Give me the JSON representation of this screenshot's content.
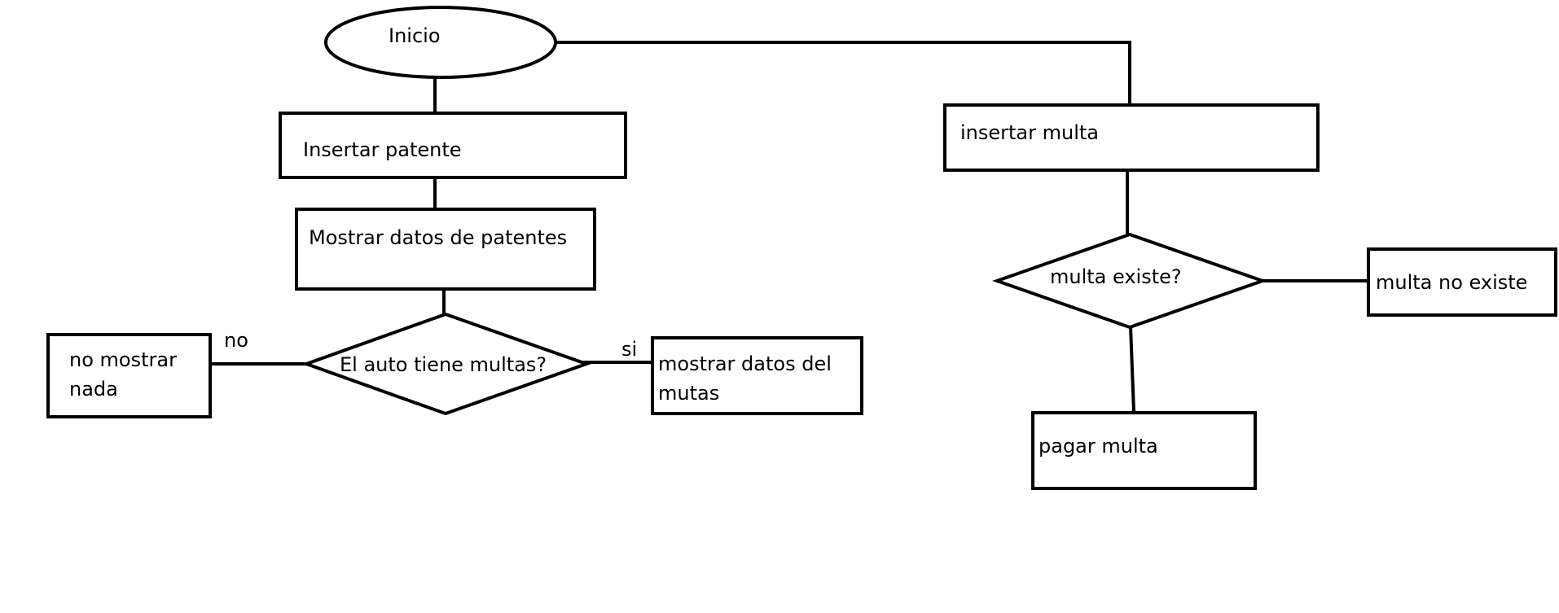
{
  "diagram": {
    "type": "flowchart",
    "nodes": {
      "inicio": {
        "label": "Inicio",
        "shape": "ellipse"
      },
      "insertar_patente": {
        "label": "Insertar patente",
        "shape": "rectangle"
      },
      "mostrar_datos_patentes": {
        "label": "Mostrar datos de patentes",
        "shape": "rectangle"
      },
      "auto_tiene_multas": {
        "label": "El auto tiene multas?",
        "shape": "diamond"
      },
      "no_mostrar_nada": {
        "label_line1": "no mostrar",
        "label_line2": "nada",
        "shape": "rectangle"
      },
      "mostrar_datos_mutas": {
        "label_line1": "mostrar datos del",
        "label_line2": "mutas",
        "shape": "rectangle"
      },
      "insertar_multa": {
        "label": "insertar multa",
        "shape": "rectangle"
      },
      "multa_existe": {
        "label": "multa existe?",
        "shape": "diamond"
      },
      "multa_no_existe": {
        "label": "multa no existe",
        "shape": "rectangle"
      },
      "pagar_multa": {
        "label": "pagar multa",
        "shape": "rectangle"
      }
    },
    "edge_labels": {
      "no": "no",
      "si": "si"
    },
    "edges": [
      {
        "from": "inicio",
        "to": "insertar_patente"
      },
      {
        "from": "insertar_patente",
        "to": "mostrar_datos_patentes"
      },
      {
        "from": "mostrar_datos_patentes",
        "to": "auto_tiene_multas"
      },
      {
        "from": "auto_tiene_multas",
        "to": "no_mostrar_nada",
        "label": "no"
      },
      {
        "from": "auto_tiene_multas",
        "to": "mostrar_datos_mutas",
        "label": "si"
      },
      {
        "from": "inicio",
        "to": "insertar_multa"
      },
      {
        "from": "insertar_multa",
        "to": "multa_existe"
      },
      {
        "from": "multa_existe",
        "to": "multa_no_existe"
      },
      {
        "from": "multa_existe",
        "to": "pagar_multa"
      }
    ],
    "colors": {
      "stroke": "#000000",
      "fill": "#ffffff",
      "text": "#000000"
    }
  }
}
